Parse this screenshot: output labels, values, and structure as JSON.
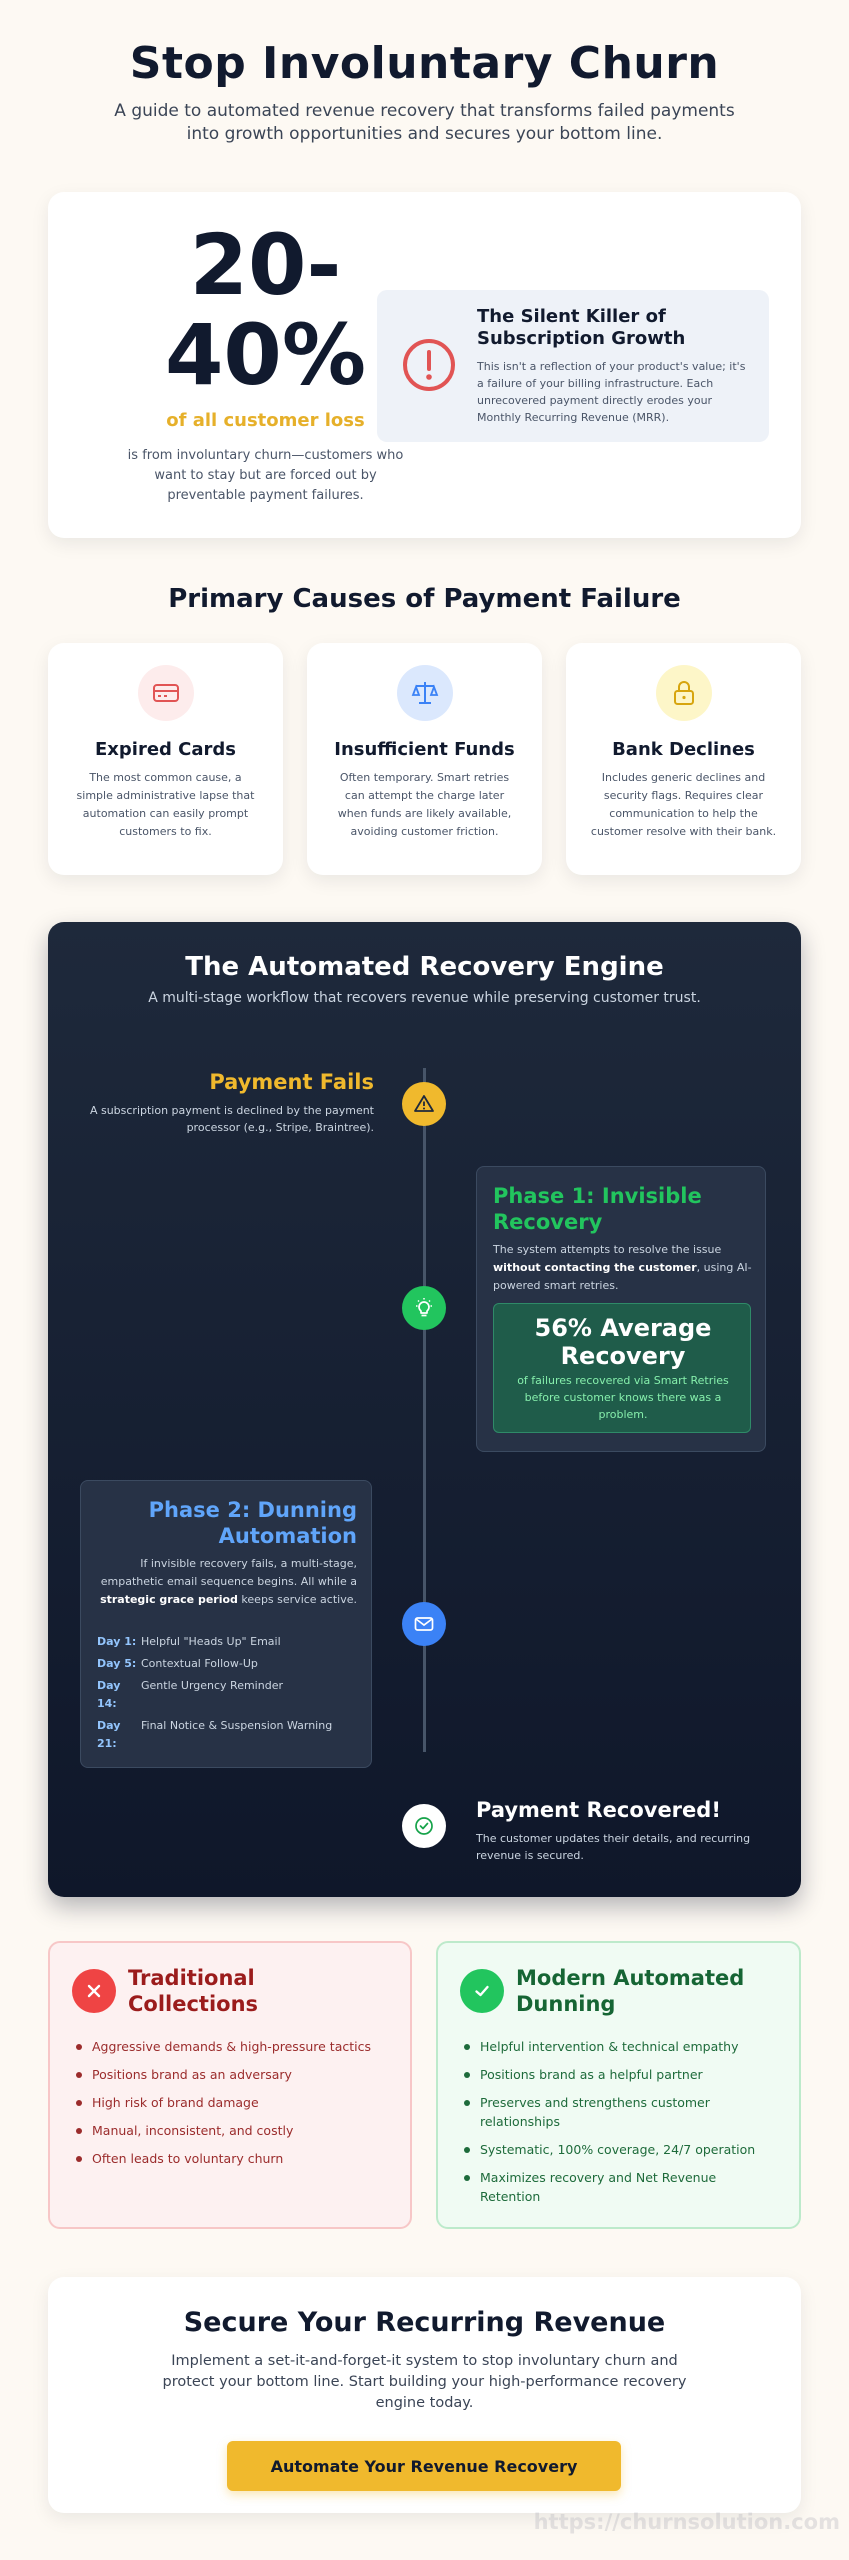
{
  "header": {
    "title": "Stop Involuntary Churn",
    "subtitle": "A guide to automated revenue recovery that transforms failed payments into growth opportunities and secures your bottom line."
  },
  "stat": {
    "value_line1": "20-",
    "value_line2": "40%",
    "label": "of all customer loss",
    "description": "is from involuntary churn—customers who want to stay but are forced out by preventable payment failures.",
    "callout_icon": "alert-circle-icon",
    "callout_title": "The Silent Killer of Subscription Growth",
    "callout_text": "This isn't a reflection of your product's value; it's a failure of your billing infrastructure. Each unrecovered payment directly erodes your Monthly Recurring Revenue (MRR)."
  },
  "causes": {
    "title": "Primary Causes of Payment Failure",
    "items": [
      {
        "icon": "credit-card-icon",
        "title": "Expired Cards",
        "text": "The most common cause, a simple administrative lapse that automation can easily prompt customers to fix.",
        "color": "#e15454",
        "bg": "#fdecec"
      },
      {
        "icon": "scale-icon",
        "title": "Insufficient Funds",
        "text": "Often temporary. Smart retries can attempt the charge later when funds are likely available, avoiding customer friction.",
        "color": "#3b82f6",
        "bg": "#dbe8fd"
      },
      {
        "icon": "lock-icon",
        "title": "Bank Declines",
        "text": "Includes generic declines and security flags. Requires clear communication to help the customer resolve with their bank.",
        "color": "#d7a50e",
        "bg": "#fdf6c8"
      }
    ]
  },
  "engine": {
    "title": "The Automated Recovery Engine",
    "subtitle": "A multi-stage workflow that recovers revenue while preserving customer trust.",
    "payment_fails": {
      "title": "Payment Fails",
      "text": "A subscription payment is declined by the payment processor (e.g., Stripe, Braintree).",
      "icon": "warning-triangle-icon",
      "color": "#f0b92d"
    },
    "phase1": {
      "title": "Phase 1: Invisible Recovery",
      "text_before": "The system attempts to resolve the issue ",
      "text_bold": "without contacting the customer",
      "text_after": ", using AI-powered smart retries.",
      "icon": "lightbulb-icon",
      "color": "#22c55e",
      "metric": "56% Average Recovery",
      "metric_text": "of failures recovered via Smart Retries before customer knows there was a problem."
    },
    "phase2": {
      "title": "Phase 2: Dunning Automation",
      "text_before": "If invisible recovery fails, a multi-stage, empathetic email sequence begins. All while a ",
      "text_bold": "strategic grace period",
      "text_after": " keeps service active.",
      "icon": "mail-icon",
      "color": "#3b82f6",
      "days": [
        {
          "day": "Day 1:",
          "text": "Helpful \"Heads Up\" Email"
        },
        {
          "day": "Day 5:",
          "text": "Contextual Follow-Up"
        },
        {
          "day": "Day 14:",
          "text": "Gentle Urgency Reminder"
        },
        {
          "day": "Day 21:",
          "text": "Final Notice & Suspension Warning"
        }
      ]
    },
    "recovered": {
      "title": "Payment Recovered!",
      "text": "The customer updates their details, and recurring revenue is secured.",
      "icon": "check-circle-icon"
    }
  },
  "comparison": {
    "traditional": {
      "title": "Traditional Collections",
      "icon": "x-icon",
      "items": [
        "Aggressive demands & high-pressure tactics",
        "Positions brand as an adversary",
        "High risk of brand damage",
        "Manual, inconsistent, and costly",
        "Often leads to voluntary churn"
      ]
    },
    "modern": {
      "title": "Modern Automated Dunning",
      "icon": "check-icon",
      "items": [
        "Helpful intervention & technical empathy",
        "Positions brand as a helpful partner",
        "Preserves and strengthens customer relationships",
        "Systematic, 100% coverage, 24/7 operation",
        "Maximizes recovery and Net Revenue Retention"
      ]
    }
  },
  "cta": {
    "title": "Secure Your Recurring Revenue",
    "text": "Implement a set-it-and-forget-it system to stop involuntary churn and protect your bottom line. Start building your high-performance recovery engine today.",
    "button": "Automate Your Revenue Recovery"
  },
  "watermark": "https://churnsolution.com"
}
